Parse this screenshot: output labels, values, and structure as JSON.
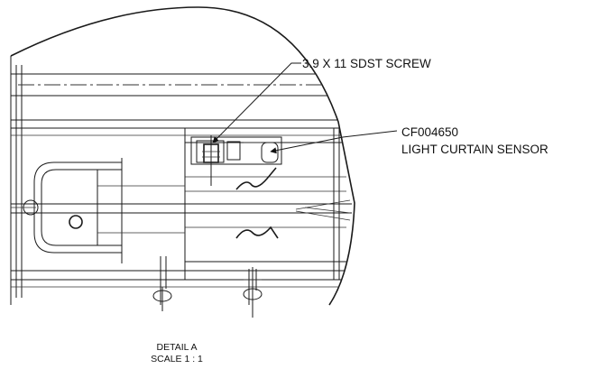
{
  "callouts": {
    "screw": {
      "label": "3.9 X 11 SDST SCREW"
    },
    "sensor": {
      "part_number": "CF004650",
      "label": "LIGHT CURTAIN SENSOR"
    }
  },
  "detail": {
    "title": "DETAIL A",
    "scale": "SCALE 1 : 1"
  }
}
